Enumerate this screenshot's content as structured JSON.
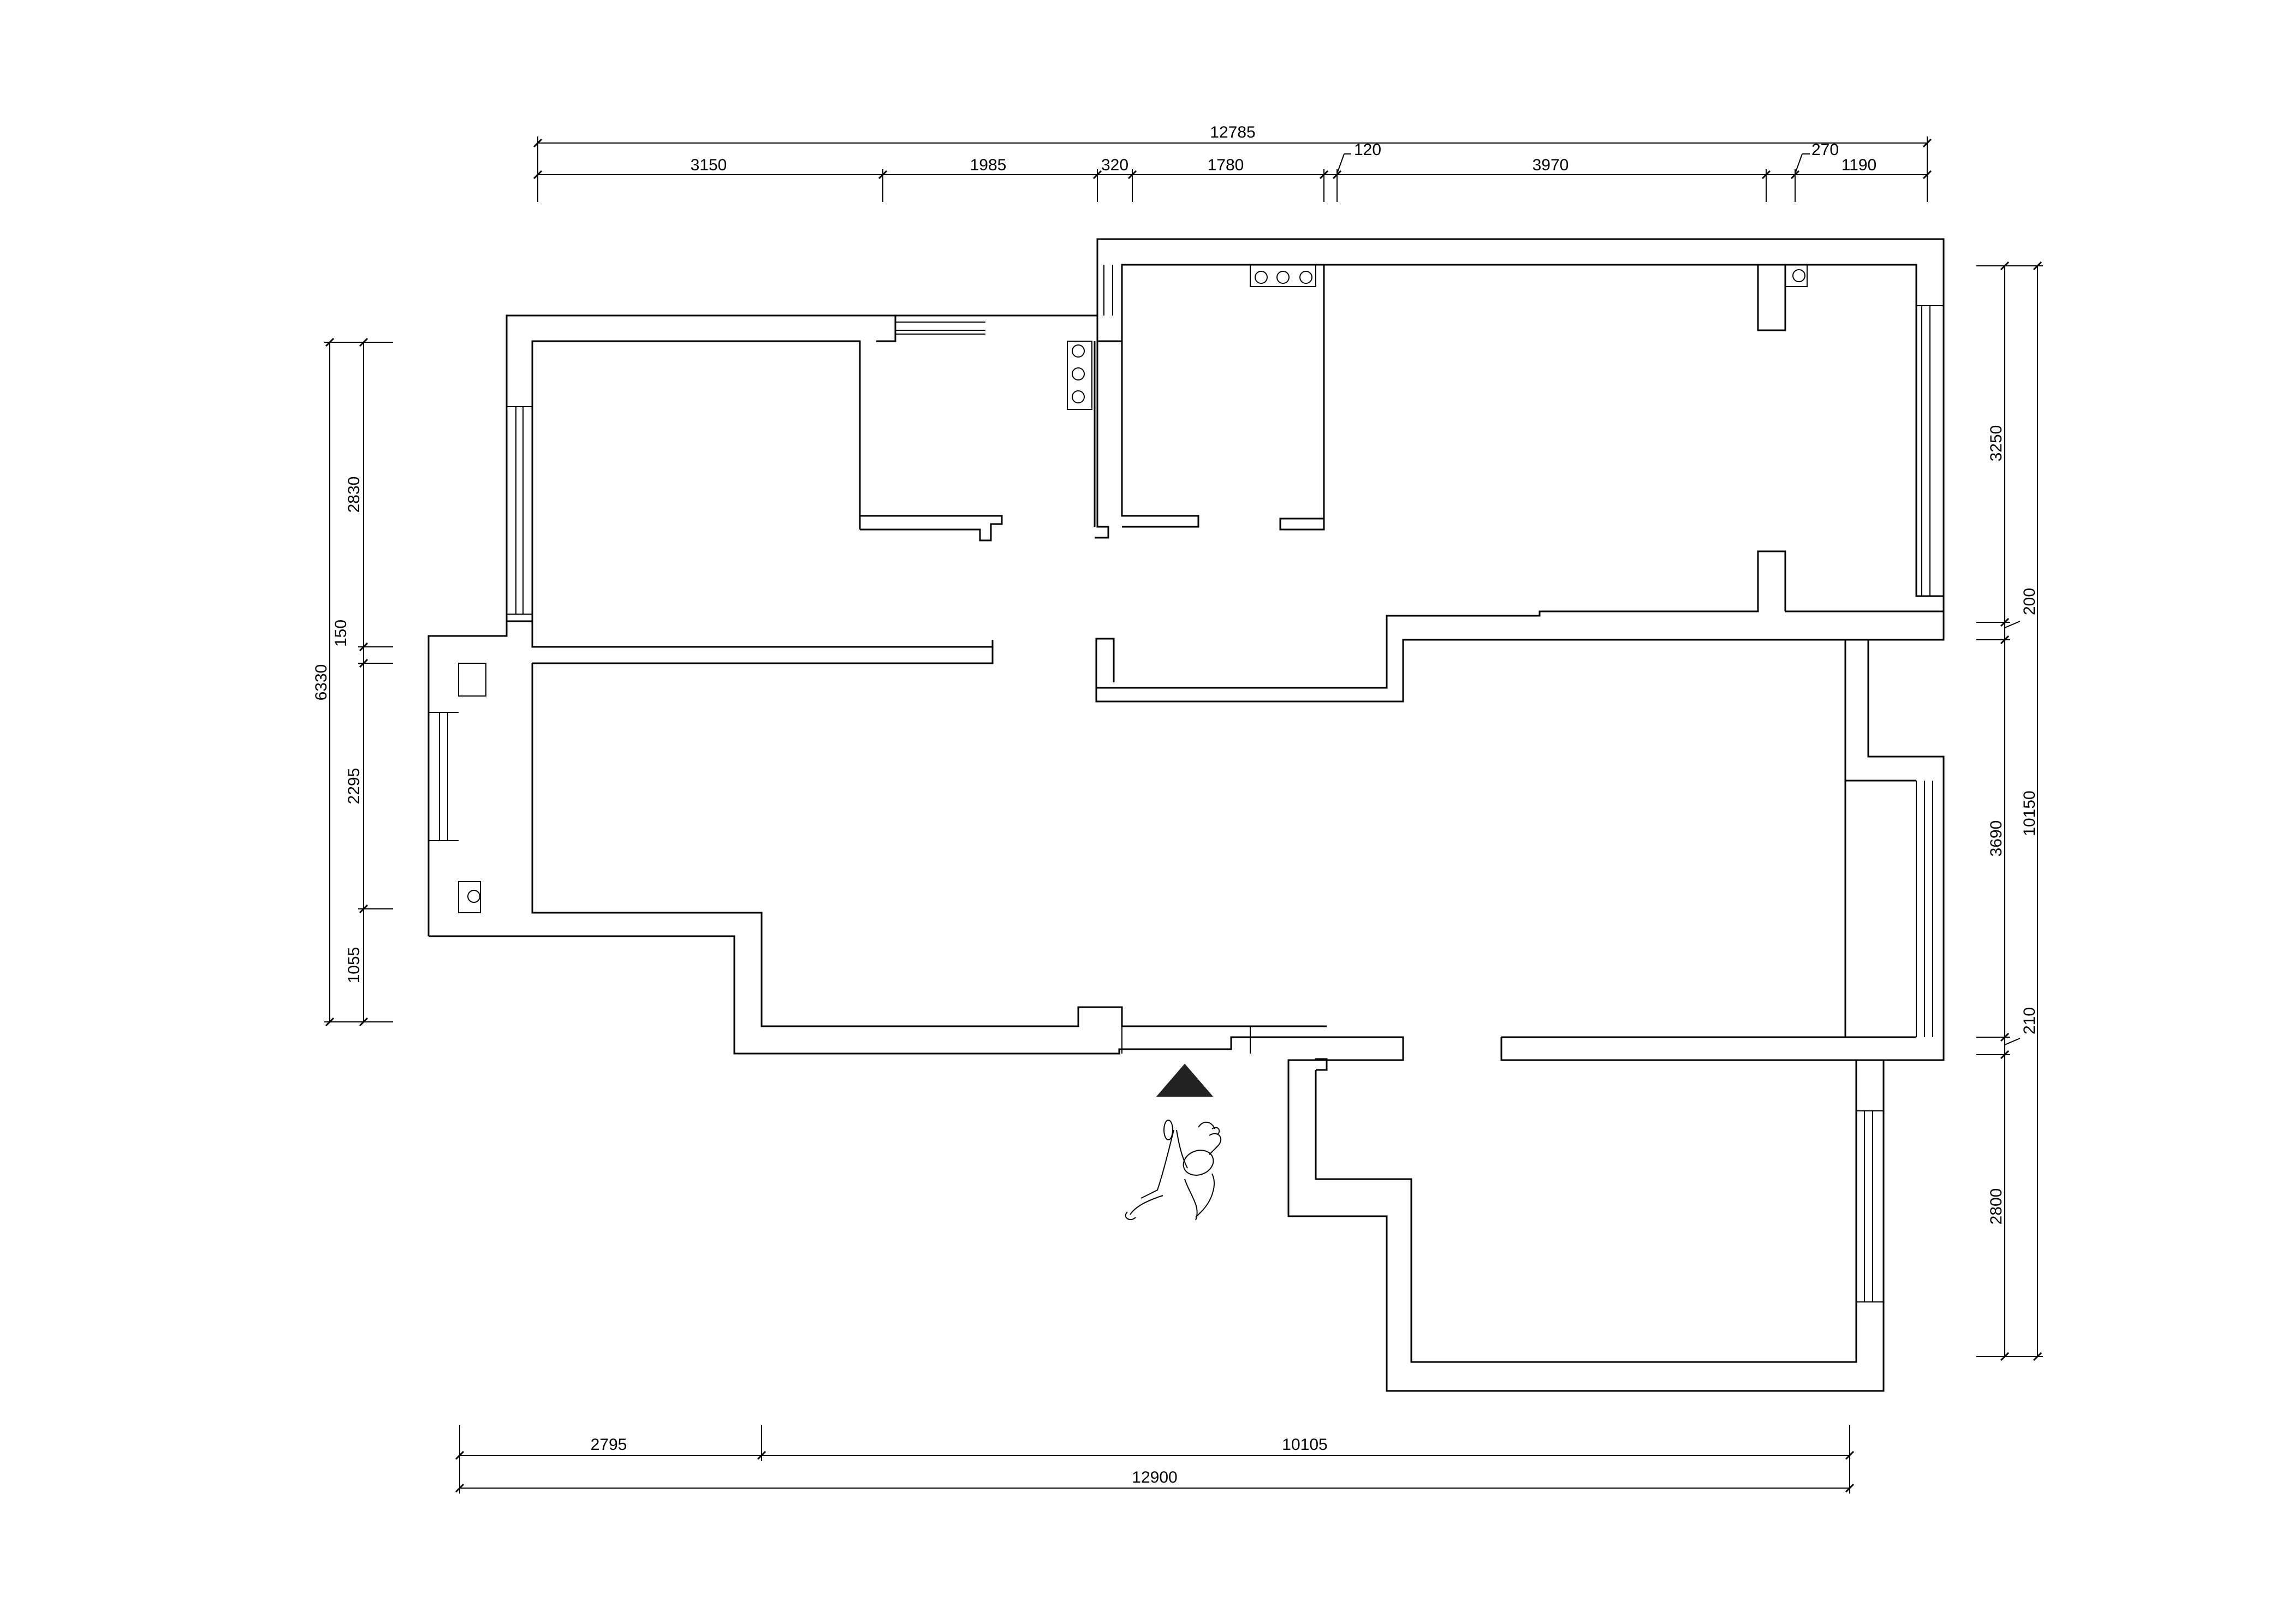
{
  "dimensions": {
    "top_total": "12785",
    "top_segments": [
      "3150",
      "1985",
      "320",
      "1780",
      "120",
      "3970",
      "270",
      "1190"
    ],
    "left_total": "6330",
    "left_segments": [
      "2830",
      "150",
      "2295",
      "1055"
    ],
    "right_total": "10150",
    "right_segments": [
      "3250",
      "200",
      "3690",
      "210",
      "2800"
    ],
    "bottom_total": "12900",
    "bottom_segments": [
      "2795",
      "10105"
    ]
  },
  "icons": {
    "entrance": "entrance-arrow-icon",
    "person": "person-figure-icon"
  }
}
